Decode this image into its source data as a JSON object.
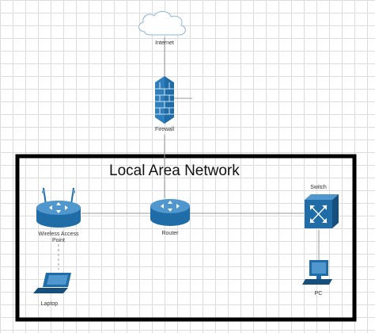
{
  "diagram": {
    "lan_title": "Local Area Network",
    "nodes": [
      {
        "id": "internet",
        "label": "Internet",
        "icon": "cloud-icon"
      },
      {
        "id": "firewall",
        "label": "Firewall",
        "icon": "firewall-icon"
      },
      {
        "id": "router",
        "label": "Router",
        "icon": "router-icon"
      },
      {
        "id": "wap",
        "label": "Wireless Access Point",
        "icon": "wireless-access-point-icon"
      },
      {
        "id": "switch",
        "label": "Switch",
        "icon": "switch-icon"
      },
      {
        "id": "laptop",
        "label": "Laptop",
        "icon": "laptop-icon"
      },
      {
        "id": "pc",
        "label": "PC",
        "icon": "desktop-pc-icon"
      }
    ],
    "edges": [
      {
        "from": "internet",
        "to": "firewall",
        "style": "solid"
      },
      {
        "from": "firewall",
        "to": "router",
        "style": "solid"
      },
      {
        "from": "router",
        "to": "wap",
        "style": "solid"
      },
      {
        "from": "router",
        "to": "switch",
        "style": "solid"
      },
      {
        "from": "switch",
        "to": "pc",
        "style": "solid"
      },
      {
        "from": "wap",
        "to": "laptop",
        "style": "dashed"
      }
    ],
    "colors": {
      "device_blue": "#1f6ca6",
      "device_blue_light": "#4f97cc",
      "line": "#999999",
      "cloud_stroke": "#8db4d6",
      "lan_border": "#000000"
    }
  }
}
